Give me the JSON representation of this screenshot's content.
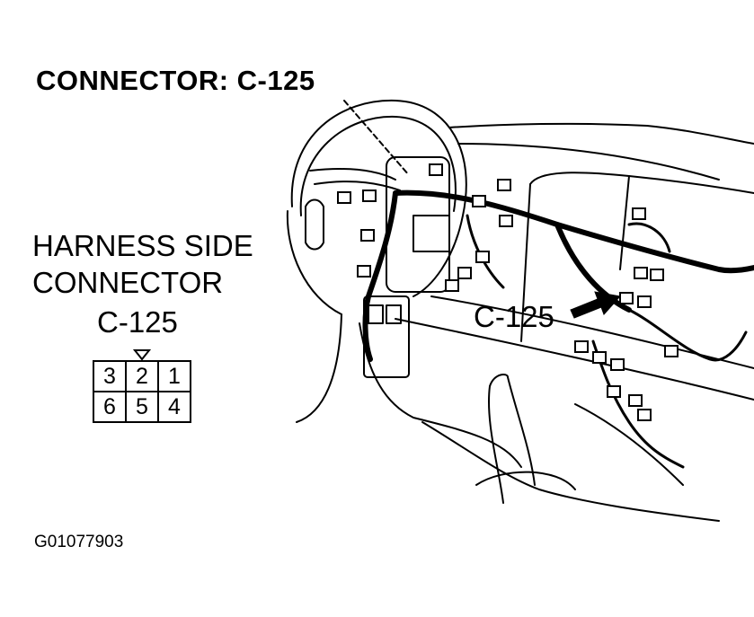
{
  "diagram": {
    "title": "CONNECTOR: C-125",
    "harness_label_line1": "HARNESS SIDE",
    "harness_label_line2": "CONNECTOR",
    "harness_connector_id": "C-125",
    "callout_label": "C-125",
    "figure_id": "G01077903",
    "connector_pins": {
      "top_row": [
        "3",
        "2",
        "1"
      ],
      "bottom_row": [
        "6",
        "5",
        "4"
      ]
    }
  }
}
